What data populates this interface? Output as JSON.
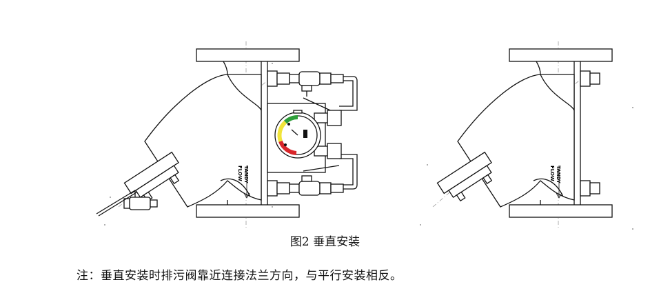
{
  "figure": {
    "caption": "图2 垂直安装",
    "note": "注：垂直安装时排污阀靠近连接法兰方向，与平行安装相反。",
    "left_valve": {
      "flow_label": "FLOW",
      "brand_label": "TANDY"
    },
    "right_valve": {
      "flow_label": "FLOW",
      "brand_label": "TANDY"
    },
    "colors": {
      "line": "#111111",
      "dash": "#999999",
      "gauge_green": "#2e9e3a",
      "gauge_yellow": "#f1e43a",
      "gauge_red": "#d8262a"
    }
  }
}
